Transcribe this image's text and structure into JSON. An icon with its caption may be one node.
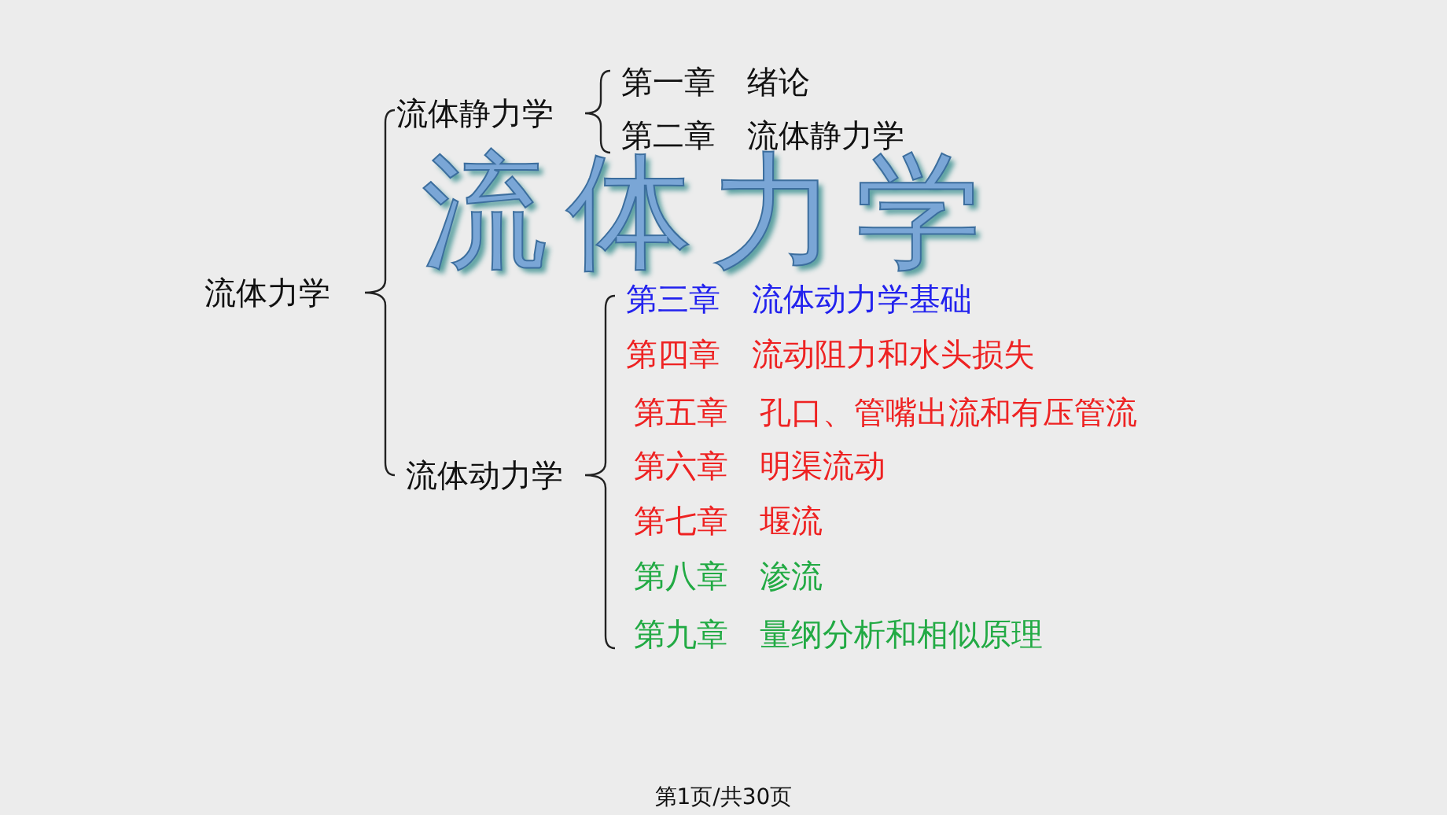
{
  "diagram": {
    "title": "流体力学",
    "nodes": [
      {
        "text": [
          "流体力学"
        ]
      },
      {
        "text": [
          "流体静力学"
        ]
      },
      {
        "text": [
          "第一章 绪论"
        ]
      },
      {
        "text": [
          "第二章 流体静力学"
        ]
      },
      {
        "text": [
          "流体动力学"
        ]
      },
      {
        "text": [
          "第三章 流体动力学基础"
        ]
      },
      {
        "text": [
          "第四章 流动阻力和水头损失"
        ]
      },
      {
        "text": [
          "第五章 孔口、管嘴出流和有压管流"
        ]
      },
      {
        "text": [
          "第六章 明渠流动"
        ]
      },
      {
        "text": [
          "第七章 堰流"
        ]
      },
      {
        "text": [
          "第八章 渗流"
        ]
      },
      {
        "text": [
          "第九章 量纲分析和相似原理"
        ]
      }
    ],
    "labels": [
      "第1页/共30页"
    ]
  }
}
